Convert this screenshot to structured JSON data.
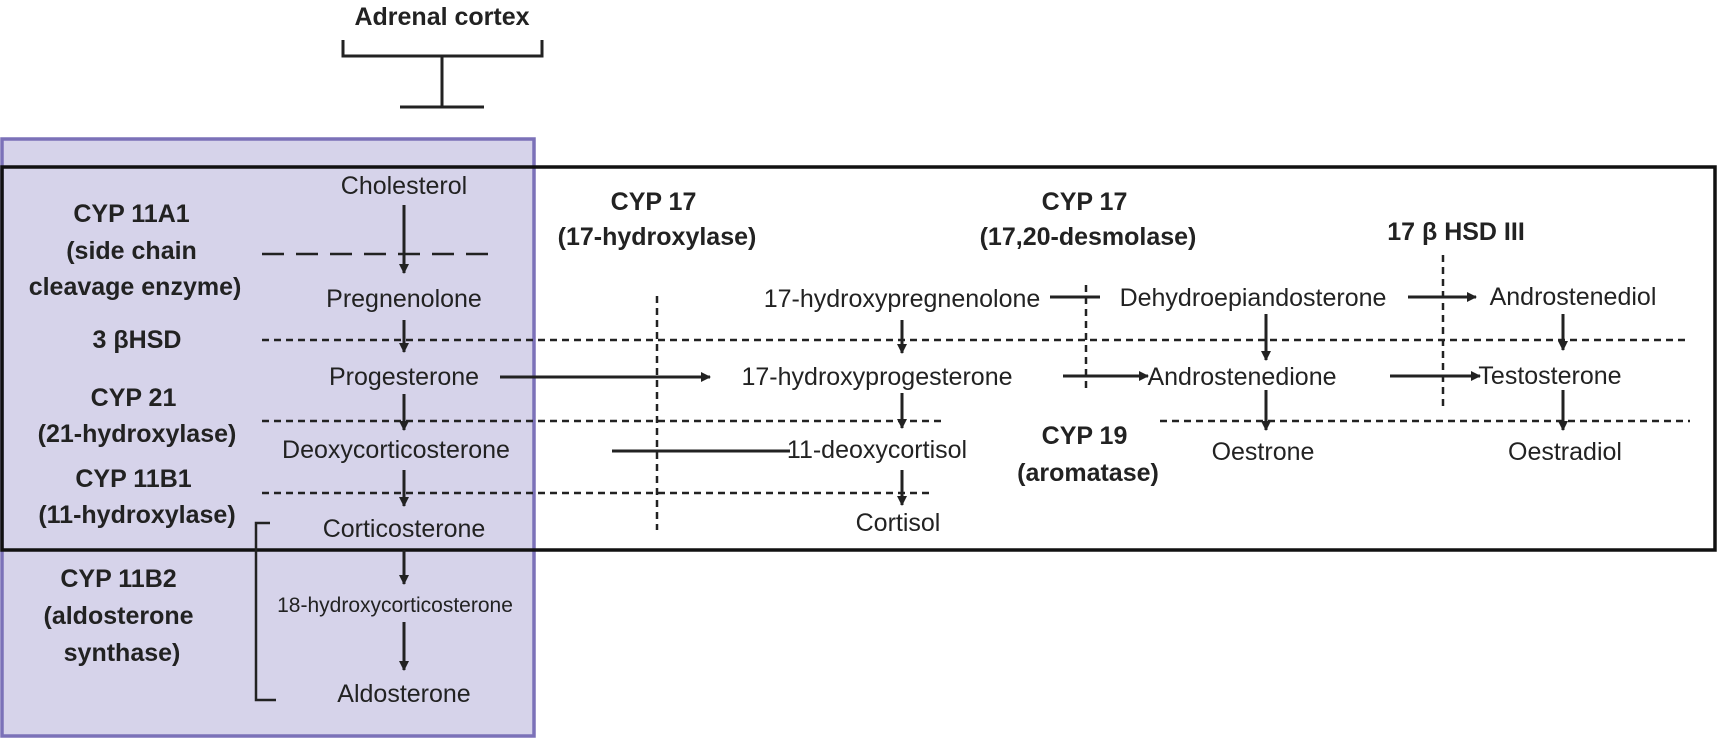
{
  "title": "Adrenal cortex",
  "colors": {
    "adrenal_fill": "#d6d3ea",
    "adrenal_border": "#7b71b8",
    "ink": "#222222"
  },
  "steroids": {
    "cholesterol": "Cholesterol",
    "pregnenolone": "Pregnenolone",
    "progesterone": "Progesterone",
    "deoxycorticosterone": "Deoxycorticosterone",
    "corticosterone": "Corticosterone",
    "hydroxycorticosterone18": "18-hydroxycorticosterone",
    "aldosterone": "Aldosterone",
    "hydroxypregnenolone17": "17-hydroxypregnenolone",
    "hydroxyprogesterone17": "17-hydroxyprogesterone",
    "deoxycortisol11": "11-deoxycortisol",
    "cortisol": "Cortisol",
    "dhea": "Dehydroepiandosterone",
    "androstenedione": "Androstenedione",
    "oestrone": "Oestrone",
    "androstenediol": "Androstenediol",
    "testosterone": "Testosterone",
    "oestradiol": "Oestradiol"
  },
  "enzymes": {
    "cyp11a1": [
      "CYP 11A1",
      "(side chain",
      "cleavage enzyme)"
    ],
    "hsd3b": "3 βHSD",
    "cyp21": [
      "CYP 21",
      "(21-hydroxylase)"
    ],
    "cyp11b1": [
      "CYP 11B1",
      "(11-hydroxylase)"
    ],
    "cyp11b2": [
      "CYP 11B2",
      "(aldosterone",
      "synthase)"
    ],
    "cyp17_hydroxylase": [
      "CYP 17",
      "(17-hydroxylase)"
    ],
    "cyp17_desmolase": [
      "CYP 17",
      "(17,20-desmolase)"
    ],
    "hsd17b3": "17 β HSD III",
    "cyp19": [
      "CYP 19",
      "(aromatase)"
    ]
  }
}
